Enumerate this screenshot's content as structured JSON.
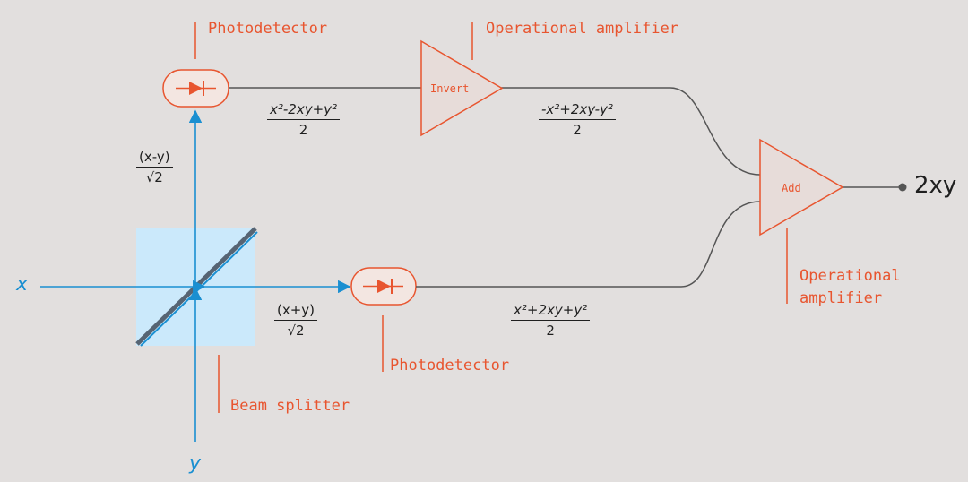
{
  "labels": {
    "photodetector_top": "Photodetector",
    "photodetector_bottom": "Photodetector",
    "opamp_top": "Operational amplifier",
    "opamp_right_line1": "Operational",
    "opamp_right_line2": "amplifier",
    "beam_splitter": "Beam splitter",
    "invert": "Invert",
    "add": "Add"
  },
  "inputs": {
    "x": "x",
    "y": "y"
  },
  "output": "2xy",
  "math": {
    "top_left_num": "x²-2xy+y²",
    "top_left_den": "2",
    "top_right_num": "-x²+2xy-y²",
    "top_right_den": "2",
    "bottom_right_num": "x²+2xy+y²",
    "bottom_right_den": "2",
    "beam_up_num": "(x-y)",
    "beam_up_den": "√2",
    "beam_right_num": "(x+y)",
    "beam_right_den": "√2"
  },
  "colors": {
    "background": "#e2dfde",
    "accent_orange": "#e8552f",
    "beam_blue": "#1a8fd1",
    "splitter_fill": "#cbe9fb",
    "wire": "#555555"
  }
}
